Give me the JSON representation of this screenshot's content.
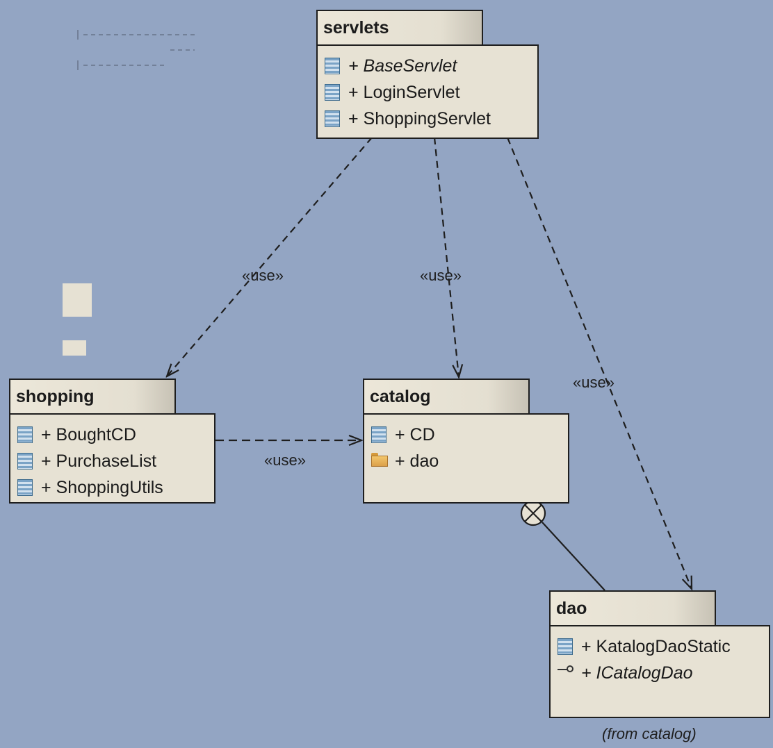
{
  "packages": {
    "servlets": {
      "name": "servlets",
      "members": [
        {
          "text": "+ BaseServlet",
          "italic": true,
          "icon": "class-icon"
        },
        {
          "text": "+ LoginServlet",
          "italic": false,
          "icon": "class-icon"
        },
        {
          "text": "+ ShoppingServlet",
          "italic": false,
          "icon": "class-icon"
        }
      ]
    },
    "shopping": {
      "name": "shopping",
      "members": [
        {
          "text": "+ BoughtCD",
          "italic": false,
          "icon": "class-icon"
        },
        {
          "text": "+ PurchaseList",
          "italic": false,
          "icon": "class-icon"
        },
        {
          "text": "+ ShoppingUtils",
          "italic": false,
          "icon": "class-icon"
        }
      ]
    },
    "catalog": {
      "name": "catalog",
      "members": [
        {
          "text": "+ CD",
          "italic": false,
          "icon": "class-icon"
        },
        {
          "text": "+ dao",
          "italic": false,
          "icon": "folder-icon"
        }
      ]
    },
    "dao": {
      "name": "dao",
      "members": [
        {
          "text": "+ KatalogDaoStatic",
          "italic": false,
          "icon": "class-icon"
        },
        {
          "text": "+ ICatalogDao",
          "italic": true,
          "icon": "interface-icon"
        }
      ],
      "note": "(from catalog)"
    }
  },
  "dependencies": {
    "servlets_shopping": "«use»",
    "servlets_catalog": "«use»",
    "servlets_dao": "«use»",
    "shopping_catalog": "«use»"
  },
  "colors": {
    "background": "#93a5c3",
    "package_fill": "#e7e2d4",
    "line": "#1e1e1e"
  }
}
